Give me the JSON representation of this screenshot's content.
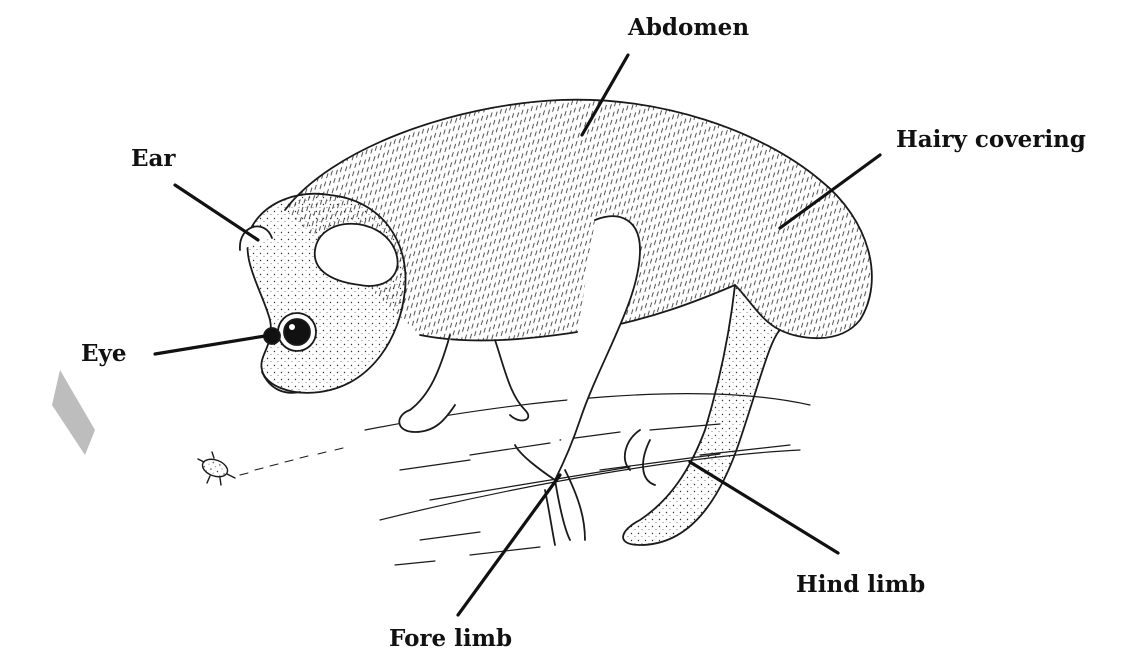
{
  "diagram": {
    "labels": {
      "abdomen": "Abdomen",
      "hairy_covering": "Hairy covering",
      "ear": "Ear",
      "eye": "Eye",
      "hind_limb": "Hind limb",
      "fore_limb": "Fore limb"
    }
  }
}
